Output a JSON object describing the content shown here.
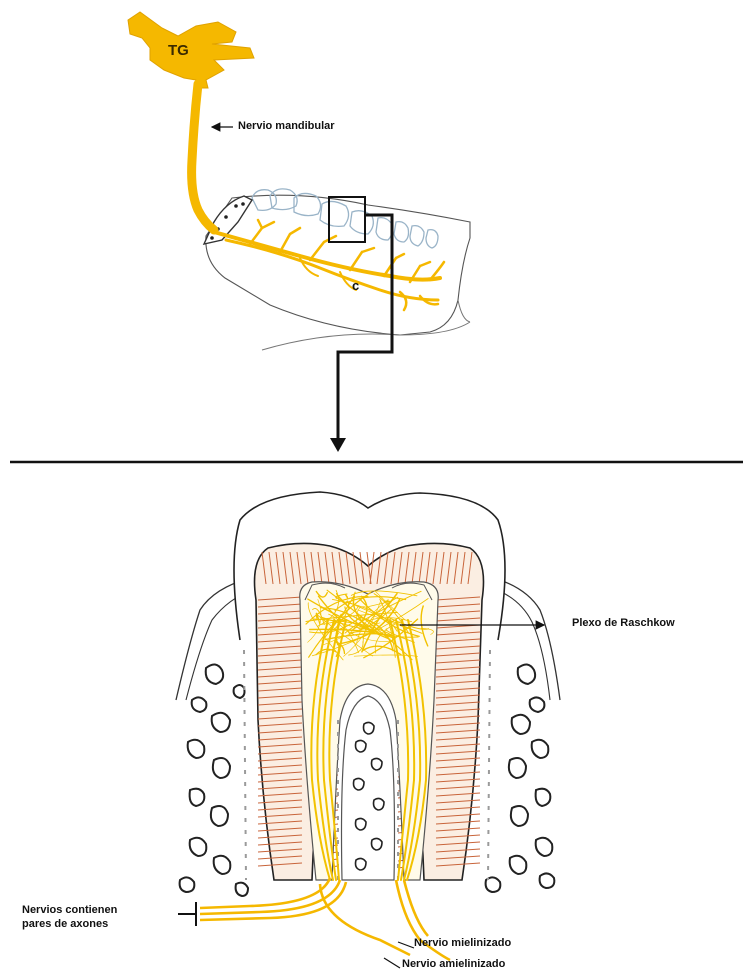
{
  "labels": {
    "tg": "TG",
    "mandibular": "Nervio mandibular",
    "canal": "c",
    "raschkow": "Plexo de Raschkow",
    "pairs_line1": "Nervios contienen",
    "pairs_line2": "pares de axones",
    "myelinated": "Nervio mielinizado",
    "unmyelinated": "Nervio amielinizado"
  },
  "colors": {
    "nerve": "#f5b800",
    "nerve_fibers": "#f2c200",
    "dentin_tubules": "#c8643a",
    "teeth_outline": "#9ab4c8",
    "outline": "#222222"
  }
}
